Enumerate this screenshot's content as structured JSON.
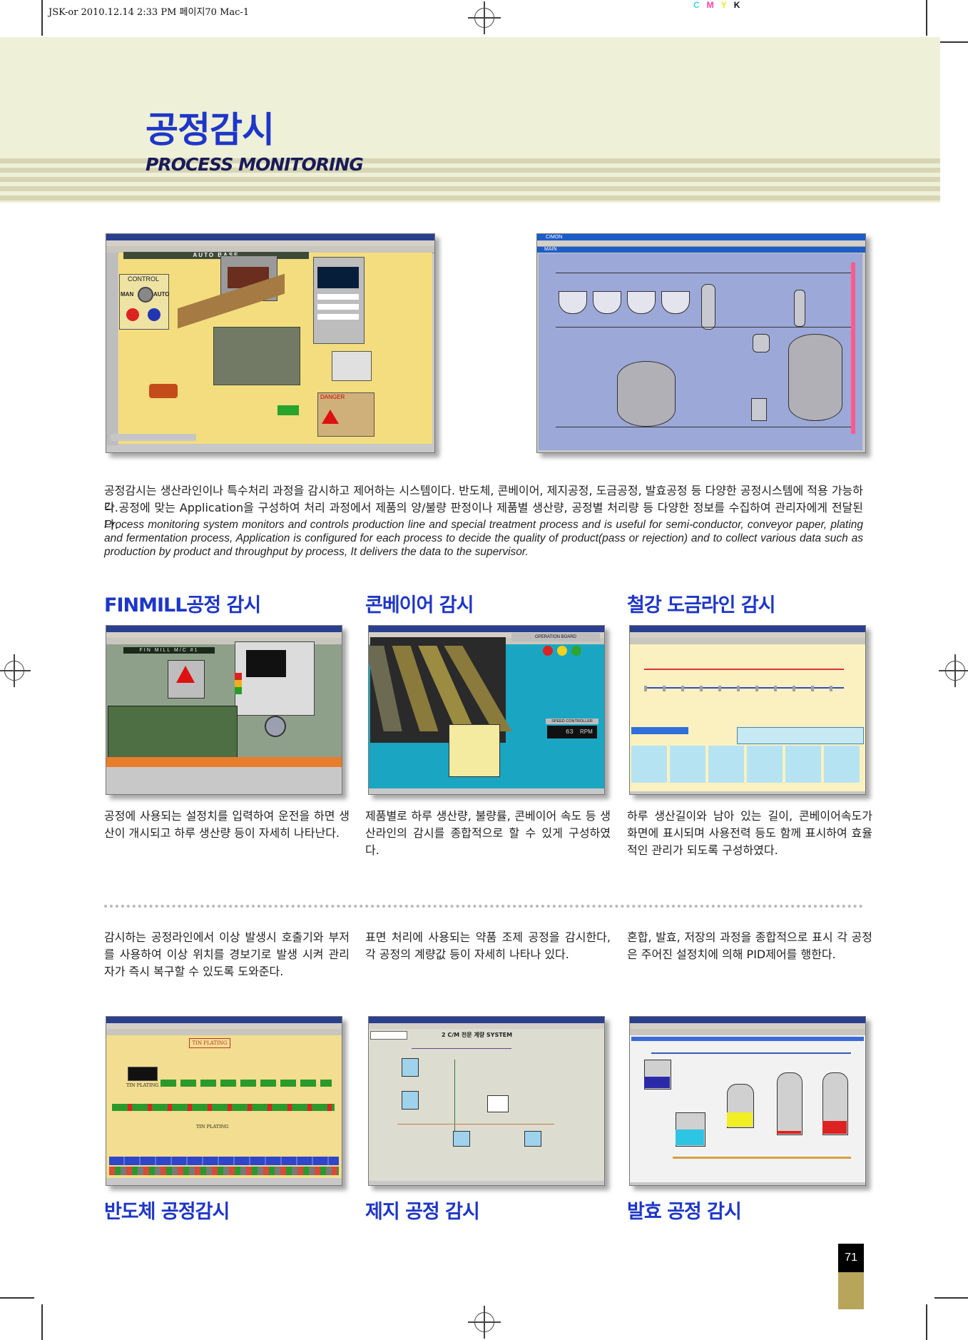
{
  "slug": "JSK-or  2010.12.14 2:33 PM  페이지70   Mac-1",
  "cmyk": [
    "C",
    "M",
    "Y",
    "K"
  ],
  "header": {
    "title_ko": "공정감시",
    "title_en": "PROCESS MONITORING"
  },
  "screens_top": {
    "left": {
      "banner": "AUTO BASE",
      "control_label": "CONTROL",
      "man": "MAN",
      "auto": "AUTO",
      "danger": "DANGER"
    },
    "right": {
      "window_title": "CIMON",
      "panel_title": "MAIN"
    }
  },
  "intro": {
    "ko_line1": "공정감시는 생산라인이나 특수처리 과정을 감시하고 제어하는 시스템이다. 반도체, 콘베이어, 제지공정, 도금공정, 발효공정 등 다양한 공정시스템에 적용 가능하다.",
    "ko_line2": "각 공정에 맞는 Application을 구성하여 처리 과정에서 제품의 양/불량 판정이나 제품별 생산량, 공정별 처리량 등 다양한 정보를 수집하여 관리자에게 전달된다.",
    "en": "Process monitoring system monitors and controls production line and special treatment process and is useful for semi-conductor, conveyor paper, plating and fermentation process, Application is configured for each process to decide the quality of product(pass or rejection) and to collect various data such as production by product and throughput by process, It delivers the data to the supervisor."
  },
  "row1": [
    {
      "title": "FINMILL공정 감시",
      "screen_label": "FIN MILL M/C #1",
      "desc": "공정에 사용되는 설정치를 입력하여 운전을 하면 생산이 개시되고 하루 생산량 등이 자세히 나타난다."
    },
    {
      "title": "콘베이어 감시",
      "screen_label_1": "OPERATION   BOARD",
      "screen_label_2": "SPEED CONTROLLER",
      "rpm_value": "63",
      "rpm_unit": "RPM",
      "desc": "제품별로 하루 생산량, 불량률, 콘베이어 속도 등 생산라인의 감시를 종합적으로 할 수 있게 구성하였다."
    },
    {
      "title": "철강 도금라인 감시",
      "desc": "하루 생산길이와 남아 있는 길이, 콘베이어속도가 화면에 표시되며 사용전력 등도 함께 표시하여 효율적인 관리가 되도록 구성하였다."
    }
  ],
  "row2": [
    {
      "desc": "감시하는 공정라인에서 이상 발생시 호출기와 부저를 사용하여 이상 위치를 경보기로 발생 시켜 관리자가 즉시 복구할 수 있도록 도와준다.",
      "screen_label_1": "TIN PLATING",
      "screen_label_2": "TIN PLATING",
      "screen_label_3": "TIN PLATING",
      "title": "반도체 공정감시"
    },
    {
      "desc": "표면 처리에 사용되는 약품 조제 공정을 감시한다, 각 공정의 계량값 등이 자세히 나타나 있다.",
      "screen_label": "2 C/M 전문 계량 SYSTEM",
      "title": "제지 공정 감시"
    },
    {
      "desc": "혼합, 발효, 저장의 과정을 종합적으로 표시  각 공정은 주어진 설정치에 의해 PID제어를 행한다.",
      "title": "발효 공정 감시"
    }
  ],
  "page_number": "71"
}
